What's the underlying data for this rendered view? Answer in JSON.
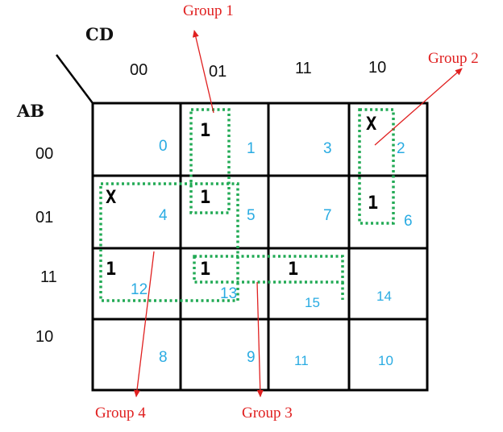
{
  "variables": {
    "columns": "CD",
    "rows": "AB"
  },
  "column_headers": [
    "00",
    "01",
    "11",
    "10"
  ],
  "row_headers": [
    "00",
    "01",
    "11",
    "10"
  ],
  "cell_values": [
    {
      "value": "1"
    },
    {
      "value": "X"
    },
    {
      "value": "X"
    },
    {
      "value": "1"
    },
    {
      "value": "1"
    },
    {
      "value": "1"
    },
    {
      "value": "1"
    },
    {
      "value": "1"
    }
  ],
  "cell_indices": [
    "0",
    "1",
    "3",
    "2",
    "4",
    "5",
    "7",
    "6",
    "12",
    "13",
    "15",
    "14",
    "8",
    "9",
    "11",
    "10"
  ],
  "groups": [
    "Group 1",
    "Group 2",
    "Group 3",
    "Group 4"
  ],
  "colors": {
    "grid": "#000000",
    "index": "#29abe2",
    "group_box": "#22aa55",
    "annotation": "#e02020"
  }
}
